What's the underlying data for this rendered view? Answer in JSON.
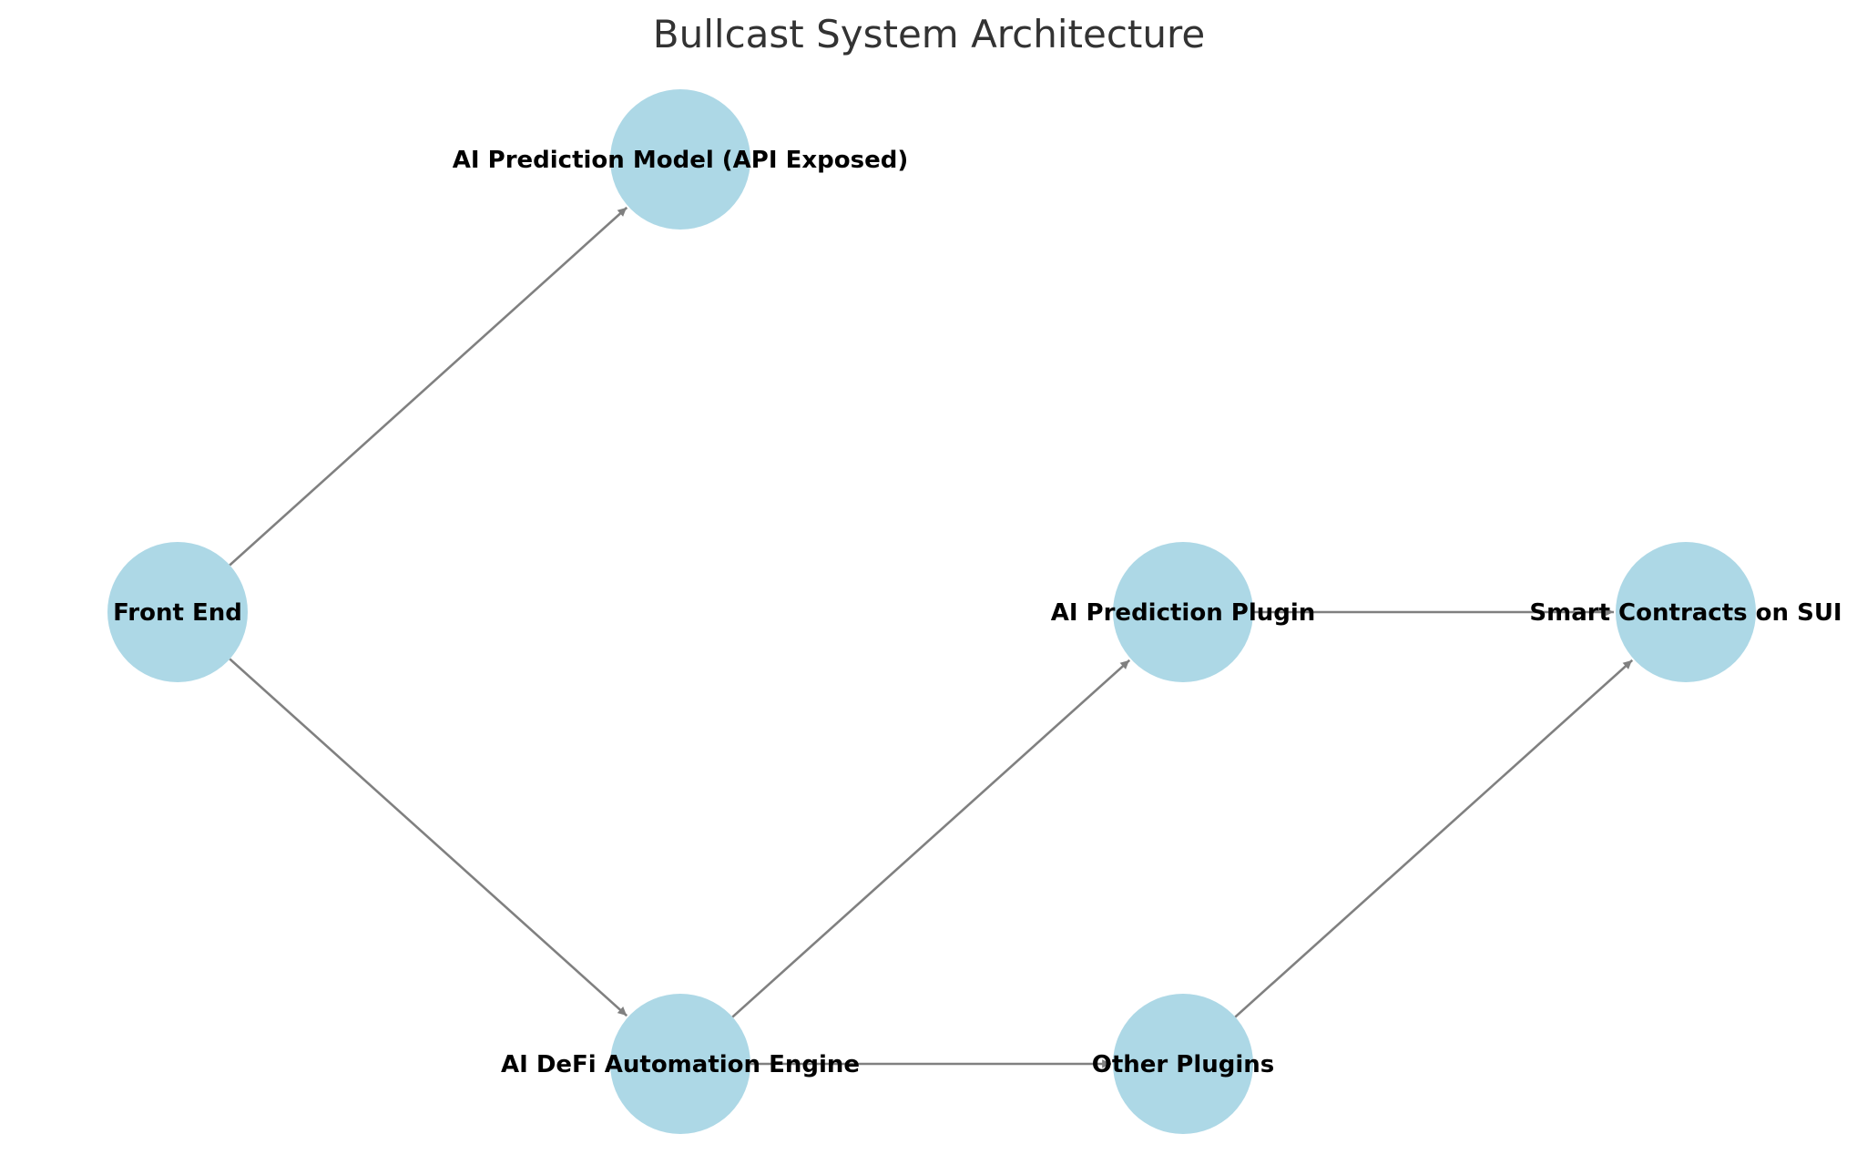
{
  "title": "Bullcast System Architecture",
  "colors": {
    "node_fill": "#add8e6",
    "edge": "#808080",
    "title": "#333333",
    "label": "#000000"
  },
  "nodes": [
    {
      "id": "front-end",
      "label": "Front End"
    },
    {
      "id": "ai-prediction-model",
      "label": "AI Prediction Model (API Exposed)"
    },
    {
      "id": "ai-defi-automation-engine",
      "label": "AI DeFi Automation Engine"
    },
    {
      "id": "ai-prediction-plugin",
      "label": "AI Prediction Plugin"
    },
    {
      "id": "other-plugins",
      "label": "Other Plugins"
    },
    {
      "id": "smart-contracts-on-sui",
      "label": "Smart Contracts on SUI"
    }
  ],
  "edges": [
    {
      "from": "front-end",
      "to": "ai-prediction-model"
    },
    {
      "from": "front-end",
      "to": "ai-defi-automation-engine"
    },
    {
      "from": "ai-defi-automation-engine",
      "to": "ai-prediction-plugin"
    },
    {
      "from": "ai-defi-automation-engine",
      "to": "other-plugins"
    },
    {
      "from": "ai-prediction-plugin",
      "to": "smart-contracts-on-sui"
    },
    {
      "from": "other-plugins",
      "to": "smart-contracts-on-sui"
    }
  ]
}
